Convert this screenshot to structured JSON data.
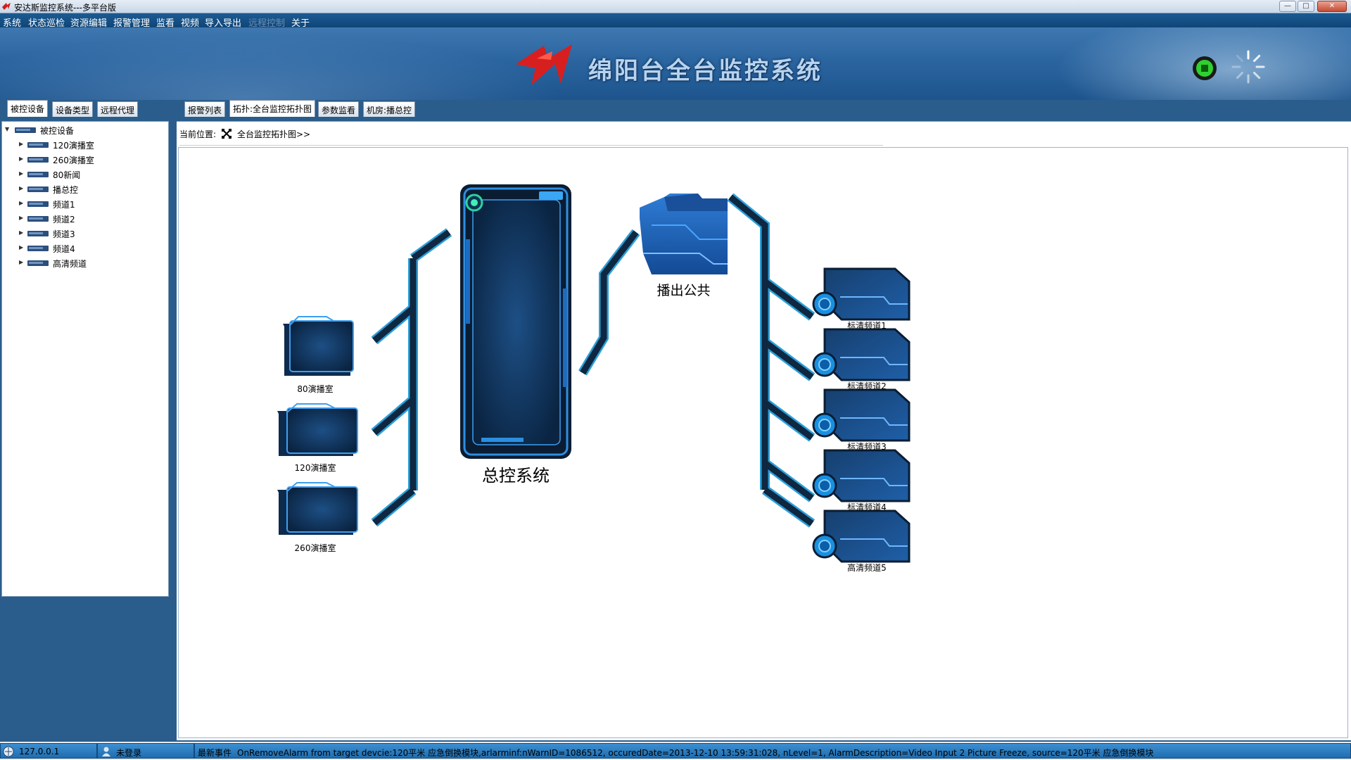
{
  "window": {
    "title": "安达斯监控系统---多平台版",
    "controls": {
      "minimize": "—",
      "maximize": "□",
      "close": "✕"
    }
  },
  "menu": {
    "items": [
      {
        "label": "系统",
        "enabled": true
      },
      {
        "label": "状态巡检",
        "enabled": true
      },
      {
        "label": "资源编辑",
        "enabled": true
      },
      {
        "label": "报警管理",
        "enabled": true
      },
      {
        "label": "监看",
        "enabled": true
      },
      {
        "label": "视频",
        "enabled": true
      },
      {
        "label": "导入导出",
        "enabled": true
      },
      {
        "label": "远程控制",
        "enabled": false
      },
      {
        "label": "关于",
        "enabled": true
      }
    ]
  },
  "banner": {
    "title": "绵阳台全台监控系统",
    "logo_icon": "red-wing-logo-icon",
    "status_icon": "green-status-icon",
    "busy_icon": "loading-spinner-icon"
  },
  "left_tabs": [
    {
      "label": "被控设备",
      "active": true
    },
    {
      "label": "设备类型",
      "active": false
    },
    {
      "label": "远程代理",
      "active": false
    }
  ],
  "tree": {
    "root": {
      "label": "被控设备",
      "expanded": true
    },
    "children": [
      {
        "label": "120演播室"
      },
      {
        "label": "260演播室"
      },
      {
        "label": "80新闻"
      },
      {
        "label": "播总控"
      },
      {
        "label": "频道1"
      },
      {
        "label": "频道2"
      },
      {
        "label": "频道3"
      },
      {
        "label": "频道4"
      },
      {
        "label": "高清频道"
      }
    ]
  },
  "right_tabs": [
    {
      "label": "报警列表",
      "active": false
    },
    {
      "label": "拓扑:全台监控拓扑图",
      "active": true
    },
    {
      "label": "参数监看",
      "active": false
    },
    {
      "label": "机房:播总控",
      "active": false
    }
  ],
  "breadcrumb": {
    "prefix": "当前位置:",
    "icon": "topology-icon",
    "path": "全台监控拓扑图>>"
  },
  "topology": {
    "center": {
      "label": "总控系统"
    },
    "output": {
      "label": "播出公共"
    },
    "studios": [
      {
        "label": "80演播室"
      },
      {
        "label": "120演播室"
      },
      {
        "label": "260演播室"
      }
    ],
    "channels": [
      {
        "label": "标清频道1"
      },
      {
        "label": "标清频道2"
      },
      {
        "label": "标清频道3"
      },
      {
        "label": "标清频道4"
      },
      {
        "label": "高清频道5"
      }
    ]
  },
  "statusbar": {
    "server": "127.0.0.1",
    "user": "未登录",
    "event_label": "最新事件",
    "event_text": "OnRemoveAlarm from target devcie:120平米 应急倒换模块,arlarminf:nWarnID=1086512, occuredDate=2013-12-10 13:59:31:028, nLevel=1, AlarmDescription=Video Input 2 Picture Freeze, source=120平米 应急倒换模块"
  },
  "colors": {
    "menubar": "#0f4577",
    "banner": "#2b65a0",
    "device_blue": "#1f5fa8",
    "link_teal": "#2b9fd8",
    "statusbar": "#1f6db0"
  }
}
